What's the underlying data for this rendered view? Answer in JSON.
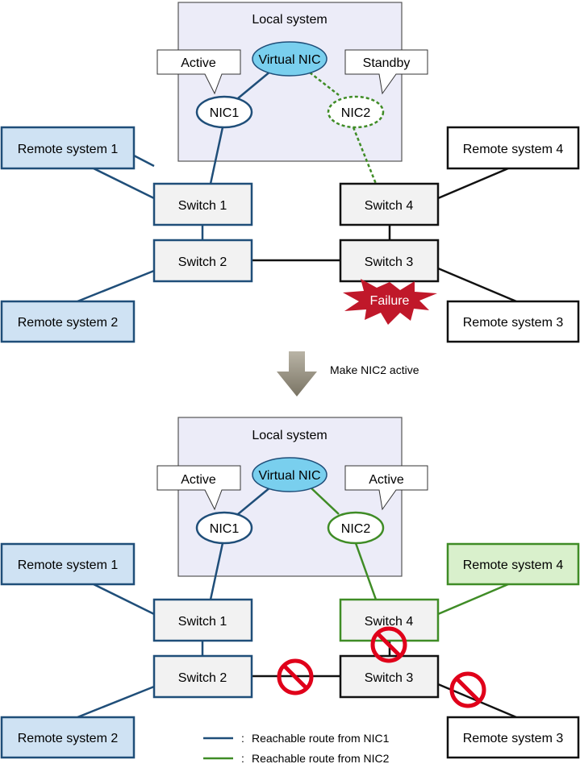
{
  "colors": {
    "nic1_route": "#1f4e79",
    "nic2_route": "#3f8c26",
    "local_system_fill": "#ececf8",
    "virtual_nic_fill": "#79cfee",
    "remote_nic1_fill": "#cfe2f3",
    "remote_nic2_fill": "#d9f0cc",
    "switch_fill": "#f2f2f2",
    "failure_fill": "#c0182a",
    "prohibited_color": "#e0001a",
    "arrow_color": "#8a8474"
  },
  "top": {
    "local_system": "Local system",
    "virtual_nic": "Virtual NIC",
    "nic1": "NIC1",
    "nic2": "NIC2",
    "nic1_state": "Active",
    "nic2_state": "Standby",
    "remote_system_1": "Remote system 1",
    "remote_system_2": "Remote system 2",
    "remote_system_3": "Remote system 3",
    "remote_system_4": "Remote system 4",
    "switch_1": "Switch 1",
    "switch_2": "Switch 2",
    "switch_3": "Switch 3",
    "switch_4": "Switch 4",
    "failure": "Failure"
  },
  "transition": "Make NIC2 active",
  "bottom": {
    "local_system": "Local system",
    "virtual_nic": "Virtual NIC",
    "nic1": "NIC1",
    "nic2": "NIC2",
    "nic1_state": "Active",
    "nic2_state": "Active",
    "remote_system_1": "Remote system 1",
    "remote_system_2": "Remote system 2",
    "remote_system_3": "Remote system 3",
    "remote_system_4": "Remote system 4",
    "switch_1": "Switch 1",
    "switch_2": "Switch 2",
    "switch_3": "Switch 3",
    "switch_4": "Switch 4"
  },
  "legend": {
    "separator": ":",
    "nic1_route": "Reachable route from NIC1",
    "nic2_route": "Reachable route from NIC2"
  }
}
